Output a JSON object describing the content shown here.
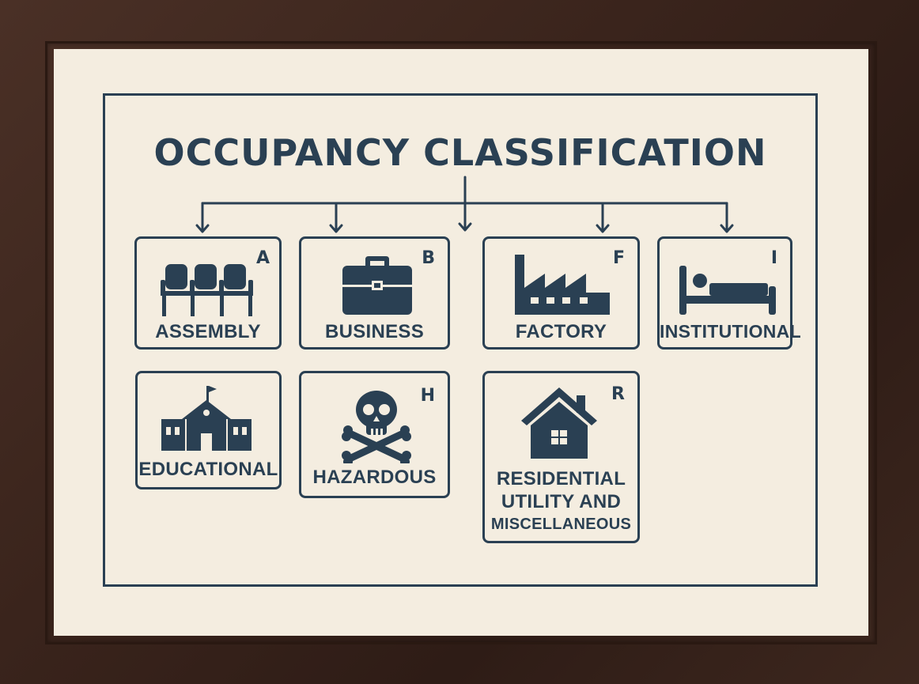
{
  "title": "OCCUPANCY CLASSIFICATION",
  "colors": {
    "ink": "#2a4053",
    "mat": "#f4ede0",
    "frame": "#3a241c"
  },
  "categories": [
    {
      "letter": "A",
      "label": "ASSEMBLY",
      "icon": "theater-seats-icon"
    },
    {
      "letter": "B",
      "label": "BUSINESS",
      "icon": "briefcase-icon"
    },
    {
      "letter": "F",
      "label": "FACTORY",
      "icon": "factory-icon"
    },
    {
      "letter": "I",
      "label": "INSTITUTIONAL",
      "icon": "bed-icon"
    },
    {
      "letter": "",
      "label": "EDUCATIONAL",
      "icon": "schoolhouse-icon"
    },
    {
      "letter": "H",
      "label": "HAZARDOUS",
      "icon": "skull-crossbones-icon"
    },
    {
      "letter": "R",
      "label_lines": [
        "RESIDENTIAL",
        "UTILITY AND",
        "MISCELLANEOUS"
      ],
      "icon": "house-icon"
    }
  ]
}
